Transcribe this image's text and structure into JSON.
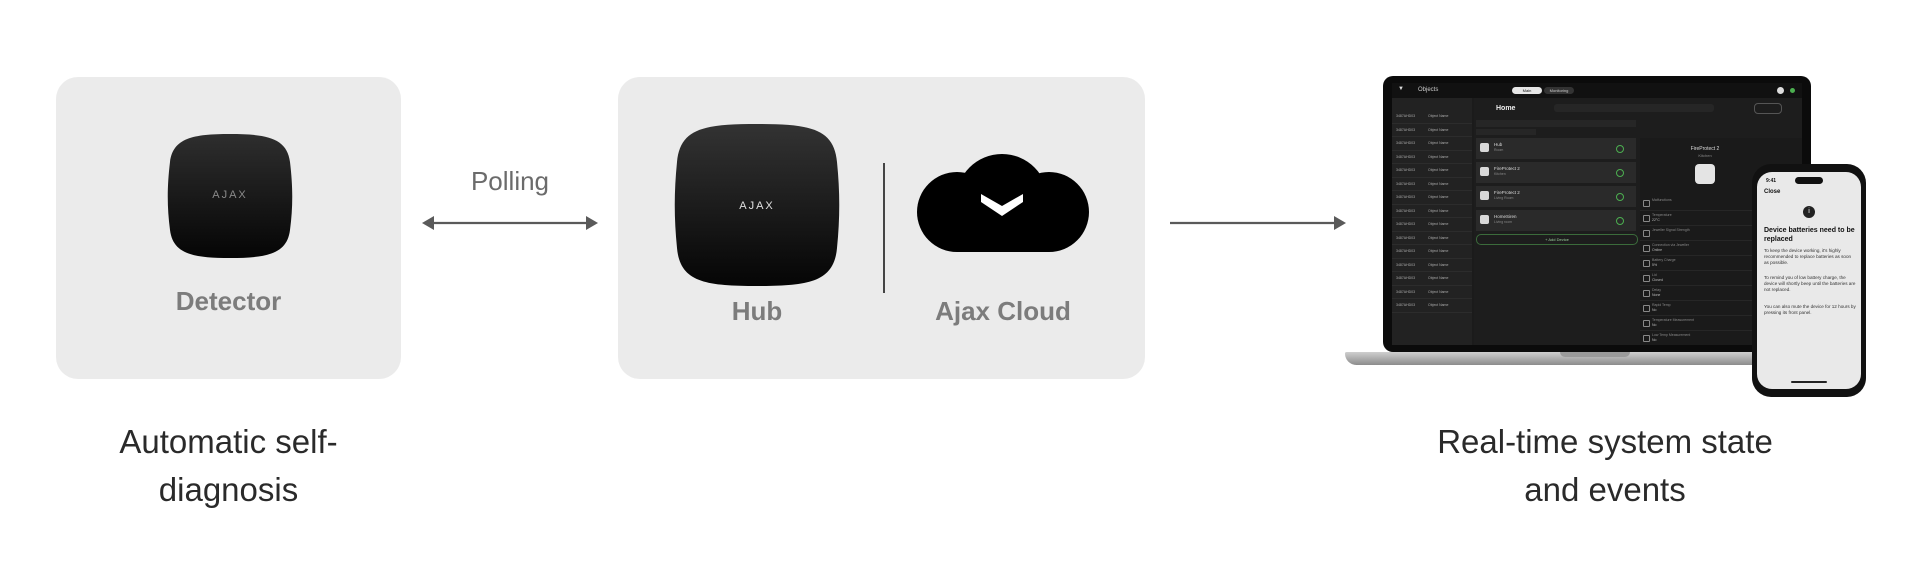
{
  "detector": {
    "label": "Detector",
    "logo_text": "AJAX"
  },
  "link": {
    "label": "Polling"
  },
  "hub": {
    "label": "Hub",
    "logo_text": "AJAX"
  },
  "cloud": {
    "label": "Ajax Cloud"
  },
  "captions": {
    "left_line1": "Automatic self-",
    "left_line2": "diagnosis",
    "right_line1": "Real-time system state",
    "right_line2": "and events"
  },
  "app": {
    "brand": "Objects",
    "tabs": [
      "Main",
      "Monitoring"
    ],
    "object_title": "Home",
    "object_list": [
      [
        "3487AHD03",
        "Object Name"
      ],
      [
        "3487AHD03",
        "Object Name"
      ],
      [
        "3487AHD03",
        "Object Name"
      ],
      [
        "3487AHD03",
        "Object Name"
      ],
      [
        "3487AHD03",
        "Object Name"
      ],
      [
        "3487AHD03",
        "Object Name"
      ],
      [
        "3487AHD03",
        "Object Name"
      ],
      [
        "3487AHD03",
        "Object Name"
      ],
      [
        "3487AHD03",
        "Object Name"
      ],
      [
        "3487AHD03",
        "Object Name"
      ],
      [
        "3487AHD03",
        "Object Name"
      ],
      [
        "3487AHD03",
        "Object Name"
      ],
      [
        "3487AHD03",
        "Object Name"
      ],
      [
        "3487AHD03",
        "Object Name"
      ],
      [
        "3487AHD03",
        "Object Name"
      ]
    ],
    "devices": [
      {
        "name": "Hub",
        "room": "Room"
      },
      {
        "name": "FireProtect 2",
        "room": "Kitchen"
      },
      {
        "name": "FireProtect 2",
        "room": "Living Room"
      },
      {
        "name": "HomeSiren",
        "room": "Living room"
      }
    ],
    "add_device": "+ Add Device",
    "detail_title": "FireProtect 2",
    "detail_sub": "Kitchen",
    "properties": [
      {
        "label": "Malfunctions",
        "value": ""
      },
      {
        "label": "Temperature",
        "value": "22°C"
      },
      {
        "label": "Jeweller Signal Strength",
        "value": ""
      },
      {
        "label": "Connection via Jeweller",
        "value": "Online"
      },
      {
        "label": "Battery Charge",
        "value": "5%"
      },
      {
        "label": "Lid",
        "value": "Closed"
      },
      {
        "label": "Delay",
        "value": "None"
      },
      {
        "label": "Rapid Temp",
        "value": "No"
      },
      {
        "label": "Temperature Measurement",
        "value": "No"
      },
      {
        "label": "Low Temp Measurement",
        "value": "No"
      }
    ]
  },
  "phone": {
    "time": "9:41",
    "close": "Close",
    "title": "Device batteries need to be replaced",
    "p1": "To keep the device working, it's highly recommended to replace batteries as soon as possible.",
    "p2": "To remind you of low battery charge, the device will shortly beep until the batteries are not replaced.",
    "p3": "You can also mute the device for 12 hours by pressing its front panel."
  }
}
